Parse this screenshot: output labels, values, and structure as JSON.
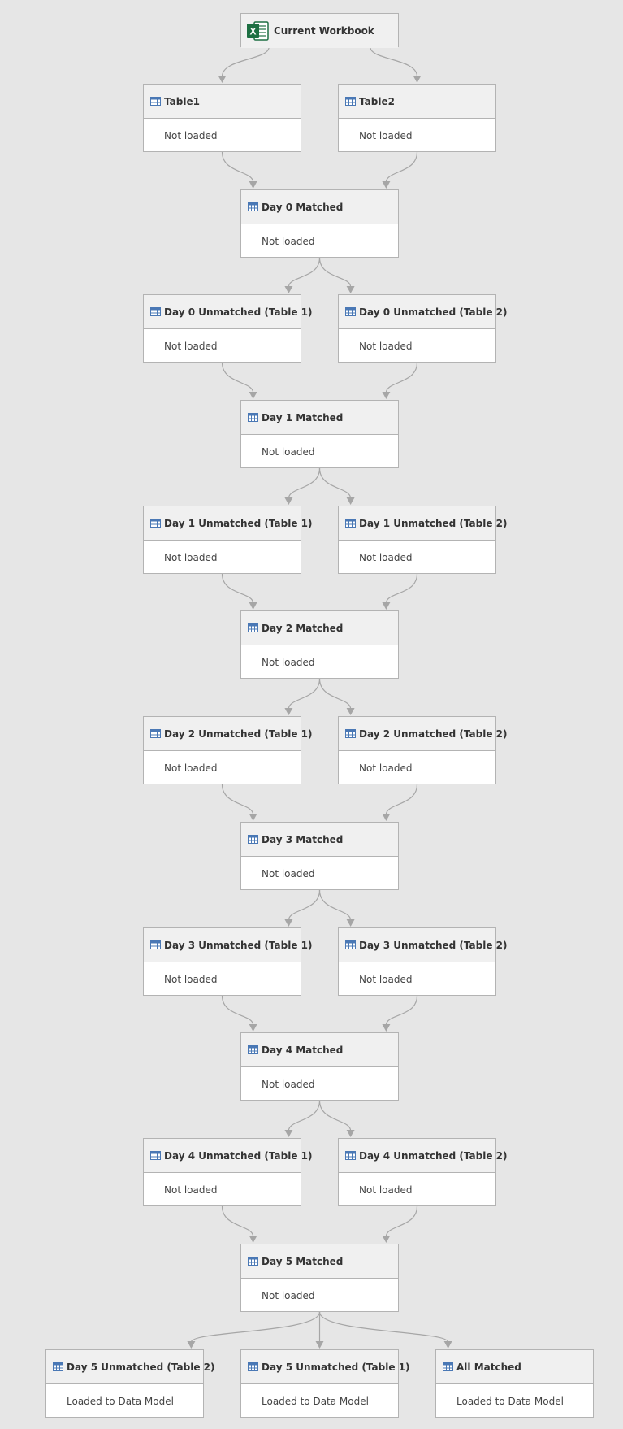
{
  "diagram": {
    "source": {
      "title": "Current Workbook",
      "icon": "excel-icon"
    },
    "nodes": [
      {
        "id": "table1",
        "title": "Table1",
        "status": "Not loaded",
        "icon": "table-icon"
      },
      {
        "id": "table2",
        "title": "Table2",
        "status": "Not loaded",
        "icon": "table-icon"
      },
      {
        "id": "day0-matched",
        "title": "Day 0 Matched",
        "status": "Not loaded",
        "icon": "table-icon"
      },
      {
        "id": "day0-unmatched-t1",
        "title": "Day 0 Unmatched (Table 1)",
        "status": "Not loaded",
        "icon": "table-icon"
      },
      {
        "id": "day0-unmatched-t2",
        "title": "Day 0 Unmatched (Table 2)",
        "status": "Not loaded",
        "icon": "table-icon"
      },
      {
        "id": "day1-matched",
        "title": "Day 1 Matched",
        "status": "Not loaded",
        "icon": "table-icon"
      },
      {
        "id": "day1-unmatched-t1",
        "title": "Day 1 Unmatched (Table 1)",
        "status": "Not loaded",
        "icon": "table-icon"
      },
      {
        "id": "day1-unmatched-t2",
        "title": "Day 1 Unmatched (Table 2)",
        "status": "Not loaded",
        "icon": "table-icon"
      },
      {
        "id": "day2-matched",
        "title": "Day 2 Matched",
        "status": "Not loaded",
        "icon": "table-icon"
      },
      {
        "id": "day2-unmatched-t1",
        "title": "Day 2 Unmatched (Table 1)",
        "status": "Not loaded",
        "icon": "table-icon"
      },
      {
        "id": "day2-unmatched-t2",
        "title": "Day 2 Unmatched (Table 2)",
        "status": "Not loaded",
        "icon": "table-icon"
      },
      {
        "id": "day3-matched",
        "title": "Day 3 Matched",
        "status": "Not loaded",
        "icon": "table-icon"
      },
      {
        "id": "day3-unmatched-t1",
        "title": "Day 3 Unmatched (Table 1)",
        "status": "Not loaded",
        "icon": "table-icon"
      },
      {
        "id": "day3-unmatched-t2",
        "title": "Day 3 Unmatched (Table 2)",
        "status": "Not loaded",
        "icon": "table-icon"
      },
      {
        "id": "day4-matched",
        "title": "Day 4 Matched",
        "status": "Not loaded",
        "icon": "table-icon"
      },
      {
        "id": "day4-unmatched-t1",
        "title": "Day 4 Unmatched (Table 1)",
        "status": "Not loaded",
        "icon": "table-icon"
      },
      {
        "id": "day4-unmatched-t2",
        "title": "Day 4 Unmatched (Table 2)",
        "status": "Not loaded",
        "icon": "table-icon"
      },
      {
        "id": "day5-matched",
        "title": "Day 5 Matched",
        "status": "Not loaded",
        "icon": "table-icon"
      },
      {
        "id": "day5-unmatched-t2",
        "title": "Day 5 Unmatched (Table 2)",
        "status": "Loaded to Data Model",
        "icon": "table-icon"
      },
      {
        "id": "day5-unmatched-t1",
        "title": "Day 5 Unmatched (Table 1)",
        "status": "Loaded to Data Model",
        "icon": "table-icon"
      },
      {
        "id": "all-matched",
        "title": "All Matched",
        "status": "Loaded to Data Model",
        "icon": "table-icon"
      }
    ],
    "edges": [
      [
        "source",
        "table1"
      ],
      [
        "source",
        "table2"
      ],
      [
        "table1",
        "day0-matched"
      ],
      [
        "table2",
        "day0-matched"
      ],
      [
        "day0-matched",
        "day0-unmatched-t1"
      ],
      [
        "day0-matched",
        "day0-unmatched-t2"
      ],
      [
        "day0-unmatched-t1",
        "day1-matched"
      ],
      [
        "day0-unmatched-t2",
        "day1-matched"
      ],
      [
        "day1-matched",
        "day1-unmatched-t1"
      ],
      [
        "day1-matched",
        "day1-unmatched-t2"
      ],
      [
        "day1-unmatched-t1",
        "day2-matched"
      ],
      [
        "day1-unmatched-t2",
        "day2-matched"
      ],
      [
        "day2-matched",
        "day2-unmatched-t1"
      ],
      [
        "day2-matched",
        "day2-unmatched-t2"
      ],
      [
        "day2-unmatched-t1",
        "day3-matched"
      ],
      [
        "day2-unmatched-t2",
        "day3-matched"
      ],
      [
        "day3-matched",
        "day3-unmatched-t1"
      ],
      [
        "day3-matched",
        "day3-unmatched-t2"
      ],
      [
        "day3-unmatched-t1",
        "day4-matched"
      ],
      [
        "day3-unmatched-t2",
        "day4-matched"
      ],
      [
        "day4-matched",
        "day4-unmatched-t1"
      ],
      [
        "day4-matched",
        "day4-unmatched-t2"
      ],
      [
        "day4-unmatched-t1",
        "day5-matched"
      ],
      [
        "day4-unmatched-t2",
        "day5-matched"
      ],
      [
        "day5-matched",
        "day5-unmatched-t2"
      ],
      [
        "day5-matched",
        "day5-unmatched-t1"
      ],
      [
        "day5-matched",
        "all-matched"
      ]
    ],
    "colors": {
      "background": "#e6e6e6",
      "edge": "#a6a6a6",
      "excel_green": "#1d6f42",
      "table_icon_blue": "#4a78b5"
    }
  }
}
